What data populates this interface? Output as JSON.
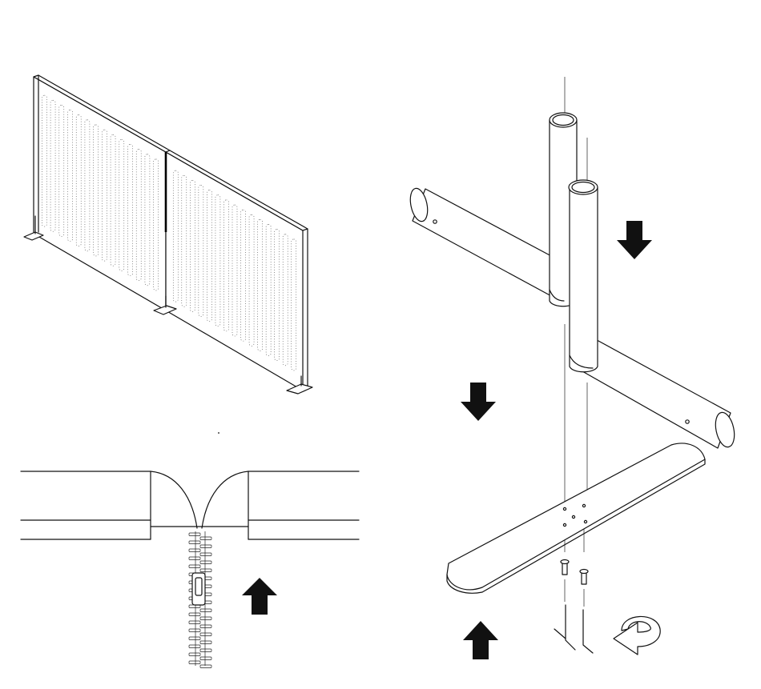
{
  "figure": {
    "panels": [
      {
        "name": "panel-screen-overview",
        "description_hidden": ""
      },
      {
        "name": "panel-zipper-join"
      },
      {
        "name": "panel-foot-assembly"
      }
    ],
    "arrows": [
      {
        "name": "arrow-up-zipper",
        "direction": "up"
      },
      {
        "name": "arrow-down-leg",
        "direction": "down"
      },
      {
        "name": "arrow-down-left",
        "direction": "down"
      },
      {
        "name": "arrow-up-base",
        "direction": "up"
      }
    ],
    "icons": [
      "rotate-clockwise-icon",
      "allen-key-icon",
      "screw-icon"
    ],
    "colors": {
      "ink": "#111111",
      "paper": "#ffffff"
    }
  }
}
